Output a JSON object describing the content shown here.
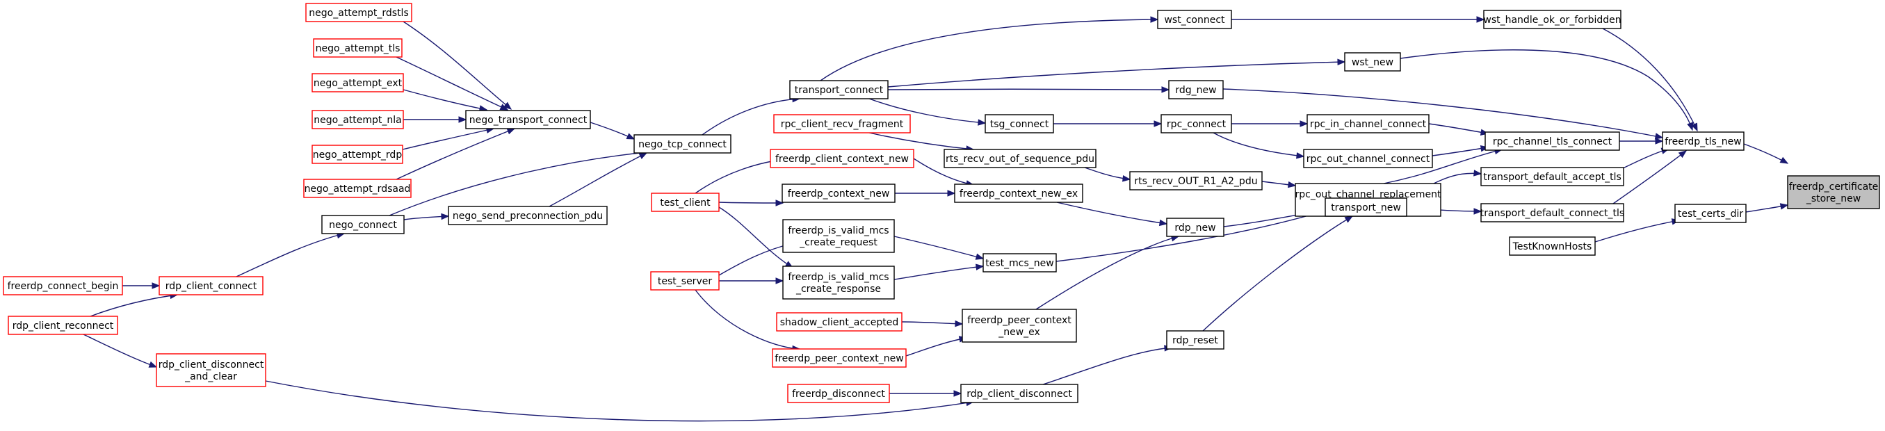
{
  "nodes": [
    {
      "id": "root",
      "lines": [
        "freerdp_certificate",
        "_store_new"
      ],
      "style": "root"
    },
    {
      "id": "freerdp_tls_new",
      "lines": [
        "freerdp_tls_new"
      ],
      "style": "black"
    },
    {
      "id": "test_certs_dir",
      "lines": [
        "test_certs_dir"
      ],
      "style": "black"
    },
    {
      "id": "TestKnownHosts",
      "lines": [
        "TestKnownHosts"
      ],
      "style": "black"
    },
    {
      "id": "wst_handle_ok_or_forbidden",
      "lines": [
        "wst_handle_ok_or_forbidden"
      ],
      "style": "black"
    },
    {
      "id": "rpc_channel_tls_connect",
      "lines": [
        "rpc_channel_tls_connect"
      ],
      "style": "black"
    },
    {
      "id": "transport_default_accept_tls",
      "lines": [
        "transport_default_accept_tls"
      ],
      "style": "black"
    },
    {
      "id": "transport_default_connect_tls",
      "lines": [
        "transport_default_connect_tls"
      ],
      "style": "black"
    },
    {
      "id": "wst_connect",
      "lines": [
        "wst_connect"
      ],
      "style": "black"
    },
    {
      "id": "wst_new",
      "lines": [
        "wst_new"
      ],
      "style": "black"
    },
    {
      "id": "rdg_new",
      "lines": [
        "rdg_new"
      ],
      "style": "black"
    },
    {
      "id": "rpc_in_channel_connect",
      "lines": [
        "rpc_in_channel_connect"
      ],
      "style": "black"
    },
    {
      "id": "rpc_out_channel_connect",
      "lines": [
        "rpc_out_channel_connect"
      ],
      "style": "black"
    },
    {
      "id": "rpc_out_channel_replacement_connect",
      "lines": [
        "rpc_out_channel_replacement",
        "_connect"
      ],
      "style": "black"
    },
    {
      "id": "transport_new",
      "lines": [
        "transport_new"
      ],
      "style": "black"
    },
    {
      "id": "rpc_connect",
      "lines": [
        "rpc_connect"
      ],
      "style": "black"
    },
    {
      "id": "rts_recv_OUT_R1_A2_pdu",
      "lines": [
        "rts_recv_OUT_R1_A2_pdu"
      ],
      "style": "black"
    },
    {
      "id": "rdp_new",
      "lines": [
        "rdp_new"
      ],
      "style": "black"
    },
    {
      "id": "rdp_reset",
      "lines": [
        "rdp_reset"
      ],
      "style": "black"
    },
    {
      "id": "transport_connect",
      "lines": [
        "transport_connect"
      ],
      "style": "black"
    },
    {
      "id": "tsg_connect",
      "lines": [
        "tsg_connect"
      ],
      "style": "black"
    },
    {
      "id": "rts_recv_out_of_sequence_pdu",
      "lines": [
        "rts_recv_out_of_sequence_pdu"
      ],
      "style": "black"
    },
    {
      "id": "freerdp_context_new_ex",
      "lines": [
        "freerdp_context_new_ex"
      ],
      "style": "black"
    },
    {
      "id": "test_mcs_new",
      "lines": [
        "test_mcs_new"
      ],
      "style": "black"
    },
    {
      "id": "freerdp_peer_context_new_ex",
      "lines": [
        "freerdp_peer_context",
        "_new_ex"
      ],
      "style": "black"
    },
    {
      "id": "rdp_client_disconnect",
      "lines": [
        "rdp_client_disconnect"
      ],
      "style": "black"
    },
    {
      "id": "nego_tcp_connect",
      "lines": [
        "nego_tcp_connect"
      ],
      "style": "black"
    },
    {
      "id": "rpc_client_recv_fragment",
      "lines": [
        "rpc_client_recv_fragment"
      ],
      "style": "red"
    },
    {
      "id": "freerdp_client_context_new",
      "lines": [
        "freerdp_client_context_new"
      ],
      "style": "red"
    },
    {
      "id": "freerdp_context_new",
      "lines": [
        "freerdp_context_new"
      ],
      "style": "black"
    },
    {
      "id": "freerdp_is_valid_mcs_create_request",
      "lines": [
        "freerdp_is_valid_mcs",
        "_create_request"
      ],
      "style": "black"
    },
    {
      "id": "freerdp_is_valid_mcs_create_response",
      "lines": [
        "freerdp_is_valid_mcs",
        "_create_response"
      ],
      "style": "black"
    },
    {
      "id": "shadow_client_accepted",
      "lines": [
        "shadow_client_accepted"
      ],
      "style": "red"
    },
    {
      "id": "freerdp_peer_context_new",
      "lines": [
        "freerdp_peer_context_new"
      ],
      "style": "red"
    },
    {
      "id": "freerdp_disconnect",
      "lines": [
        "freerdp_disconnect"
      ],
      "style": "red"
    },
    {
      "id": "nego_transport_connect",
      "lines": [
        "nego_transport_connect"
      ],
      "style": "black"
    },
    {
      "id": "nego_send_preconnection_pdu",
      "lines": [
        "nego_send_preconnection_pdu"
      ],
      "style": "black"
    },
    {
      "id": "test_client",
      "lines": [
        "test_client"
      ],
      "style": "red"
    },
    {
      "id": "test_server",
      "lines": [
        "test_server"
      ],
      "style": "red"
    },
    {
      "id": "nego_attempt_rdstls",
      "lines": [
        "nego_attempt_rdstls"
      ],
      "style": "red"
    },
    {
      "id": "nego_attempt_tls",
      "lines": [
        "nego_attempt_tls"
      ],
      "style": "red"
    },
    {
      "id": "nego_attempt_ext",
      "lines": [
        "nego_attempt_ext"
      ],
      "style": "red"
    },
    {
      "id": "nego_attempt_nla",
      "lines": [
        "nego_attempt_nla"
      ],
      "style": "red"
    },
    {
      "id": "nego_attempt_rdp",
      "lines": [
        "nego_attempt_rdp"
      ],
      "style": "red"
    },
    {
      "id": "nego_attempt_rdsaad",
      "lines": [
        "nego_attempt_rdsaad"
      ],
      "style": "red"
    },
    {
      "id": "nego_connect",
      "lines": [
        "nego_connect"
      ],
      "style": "black"
    },
    {
      "id": "rdp_client_connect",
      "lines": [
        "rdp_client_connect"
      ],
      "style": "red"
    },
    {
      "id": "freerdp_connect_begin",
      "lines": [
        "freerdp_connect_begin"
      ],
      "style": "red"
    },
    {
      "id": "rdp_client_reconnect",
      "lines": [
        "rdp_client_reconnect"
      ],
      "style": "red"
    },
    {
      "id": "rdp_client_disconnect_and_clear",
      "lines": [
        "rdp_client_disconnect",
        "_and_clear"
      ],
      "style": "red"
    }
  ],
  "edges": [
    [
      "freerdp_tls_new",
      "root"
    ],
    [
      "test_certs_dir",
      "root"
    ],
    [
      "wst_handle_ok_or_forbidden",
      "freerdp_tls_new"
    ],
    [
      "wst_new",
      "freerdp_tls_new"
    ],
    [
      "rdg_new",
      "freerdp_tls_new"
    ],
    [
      "rpc_channel_tls_connect",
      "freerdp_tls_new"
    ],
    [
      "transport_default_accept_tls",
      "freerdp_tls_new"
    ],
    [
      "transport_default_connect_tls",
      "freerdp_tls_new"
    ],
    [
      "TestKnownHosts",
      "test_certs_dir"
    ],
    [
      "wst_connect",
      "wst_handle_ok_or_forbidden"
    ],
    [
      "rpc_in_channel_connect",
      "rpc_channel_tls_connect"
    ],
    [
      "rpc_out_channel_connect",
      "rpc_channel_tls_connect"
    ],
    [
      "rpc_out_channel_replacement_connect",
      "rpc_channel_tls_connect"
    ],
    [
      "transport_new",
      "transport_default_accept_tls"
    ],
    [
      "transport_new",
      "transport_default_connect_tls"
    ],
    [
      "transport_connect",
      "wst_connect"
    ],
    [
      "transport_connect",
      "wst_new"
    ],
    [
      "transport_connect",
      "rdg_new"
    ],
    [
      "rpc_connect",
      "rpc_in_channel_connect"
    ],
    [
      "rpc_connect",
      "rpc_out_channel_connect"
    ],
    [
      "rts_recv_OUT_R1_A2_pdu",
      "rpc_out_channel_replacement_connect"
    ],
    [
      "rdp_new",
      "transport_new"
    ],
    [
      "test_mcs_new",
      "transport_new"
    ],
    [
      "rdp_reset",
      "transport_new"
    ],
    [
      "tsg_connect",
      "rpc_connect"
    ],
    [
      "rts_recv_out_of_sequence_pdu",
      "rts_recv_OUT_R1_A2_pdu"
    ],
    [
      "freerdp_context_new_ex",
      "rdp_new"
    ],
    [
      "freerdp_peer_context_new_ex",
      "rdp_new"
    ],
    [
      "rdp_client_disconnect",
      "rdp_reset"
    ],
    [
      "nego_tcp_connect",
      "transport_connect"
    ],
    [
      "transport_connect",
      "tsg_connect"
    ],
    [
      "rpc_client_recv_fragment",
      "rts_recv_out_of_sequence_pdu"
    ],
    [
      "freerdp_client_context_new",
      "freerdp_context_new_ex"
    ],
    [
      "freerdp_context_new",
      "freerdp_context_new_ex"
    ],
    [
      "freerdp_is_valid_mcs_create_request",
      "test_mcs_new"
    ],
    [
      "freerdp_is_valid_mcs_create_response",
      "test_mcs_new"
    ],
    [
      "shadow_client_accepted",
      "freerdp_peer_context_new_ex"
    ],
    [
      "freerdp_peer_context_new",
      "freerdp_peer_context_new_ex"
    ],
    [
      "freerdp_disconnect",
      "rdp_client_disconnect"
    ],
    [
      "rdp_client_disconnect_and_clear",
      "rdp_client_disconnect"
    ],
    [
      "nego_transport_connect",
      "nego_tcp_connect"
    ],
    [
      "nego_connect",
      "nego_tcp_connect"
    ],
    [
      "nego_send_preconnection_pdu",
      "nego_tcp_connect"
    ],
    [
      "test_client",
      "freerdp_client_context_new"
    ],
    [
      "test_client",
      "freerdp_is_valid_mcs_create_request"
    ],
    [
      "test_client",
      "freerdp_is_valid_mcs_create_response"
    ],
    [
      "test_server",
      "freerdp_is_valid_mcs_create_request"
    ],
    [
      "test_server",
      "freerdp_is_valid_mcs_create_response"
    ],
    [
      "test_server",
      "freerdp_peer_context_new"
    ],
    [
      "nego_attempt_rdstls",
      "nego_transport_connect"
    ],
    [
      "nego_attempt_tls",
      "nego_transport_connect"
    ],
    [
      "nego_attempt_ext",
      "nego_transport_connect"
    ],
    [
      "nego_attempt_nla",
      "nego_transport_connect"
    ],
    [
      "nego_attempt_rdp",
      "nego_transport_connect"
    ],
    [
      "nego_attempt_rdsaad",
      "nego_transport_connect"
    ],
    [
      "nego_connect",
      "nego_send_preconnection_pdu"
    ],
    [
      "rdp_client_connect",
      "nego_connect"
    ],
    [
      "freerdp_connect_begin",
      "rdp_client_connect"
    ],
    [
      "rdp_client_reconnect",
      "rdp_client_connect"
    ],
    [
      "rdp_client_reconnect",
      "rdp_client_disconnect_and_clear"
    ]
  ]
}
